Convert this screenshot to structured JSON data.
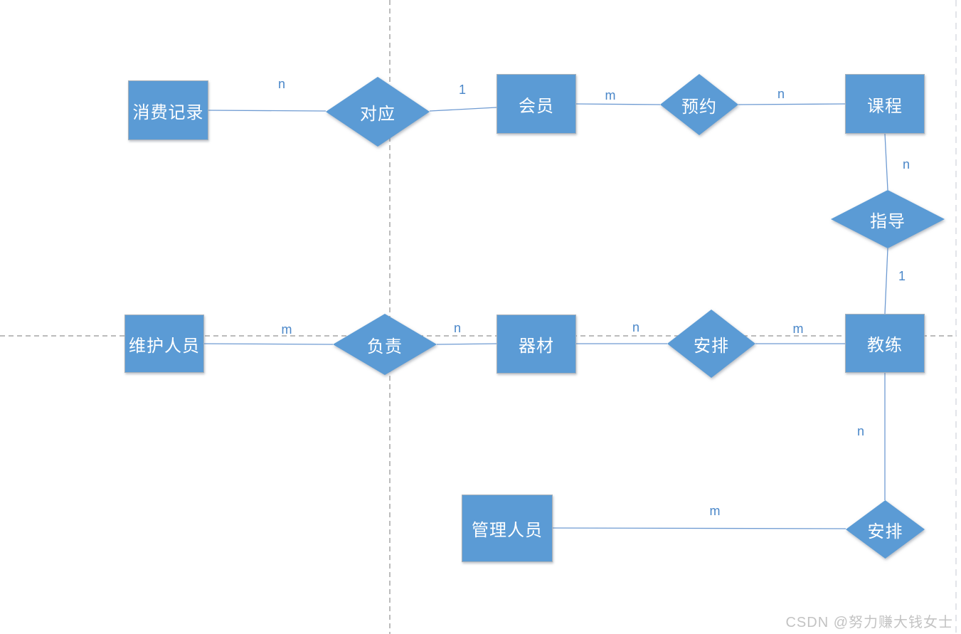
{
  "diagram_type": "entity-relationship",
  "entities": [
    {
      "label": "消费记录"
    },
    {
      "label": "会员"
    },
    {
      "label": "课程"
    },
    {
      "label": "维护人员"
    },
    {
      "label": "器材"
    },
    {
      "label": "教练"
    },
    {
      "label": "管理人员"
    }
  ],
  "relationships": [
    {
      "label": "对应"
    },
    {
      "label": "预约"
    },
    {
      "label": "指导"
    },
    {
      "label": "负责"
    },
    {
      "label": "安排"
    },
    {
      "label": "安排"
    }
  ],
  "connections": [
    {
      "from": "消费记录",
      "to": "对应",
      "cardinality": "n"
    },
    {
      "from": "对应",
      "to": "会员",
      "cardinality": "1"
    },
    {
      "from": "会员",
      "to": "预约",
      "cardinality": "m"
    },
    {
      "from": "预约",
      "to": "课程",
      "cardinality": "n"
    },
    {
      "from": "课程",
      "to": "指导",
      "cardinality": "n"
    },
    {
      "from": "指导",
      "to": "教练",
      "cardinality": "1"
    },
    {
      "from": "维护人员",
      "to": "负责",
      "cardinality": "m"
    },
    {
      "from": "负责",
      "to": "器材",
      "cardinality": "n"
    },
    {
      "from": "器材",
      "to": "安排",
      "cardinality": "n"
    },
    {
      "from": "安排",
      "to": "教练",
      "cardinality": "m"
    },
    {
      "from": "教练",
      "to": "安排",
      "cardinality": "n"
    },
    {
      "from": "管理人员",
      "to": "安排",
      "cardinality": "m"
    }
  ],
  "watermark": "CSDN @努力赚大钱女士",
  "colors": {
    "shape_fill": "#5b9bd5",
    "shape_text": "#ffffff",
    "connector_line": "#6f9bd2",
    "cardinality_text": "#4a87c9",
    "guide_dash": "#a6a6a6",
    "page_break_dash": "#d9dce2",
    "watermark_text": "#c3c3c3"
  }
}
